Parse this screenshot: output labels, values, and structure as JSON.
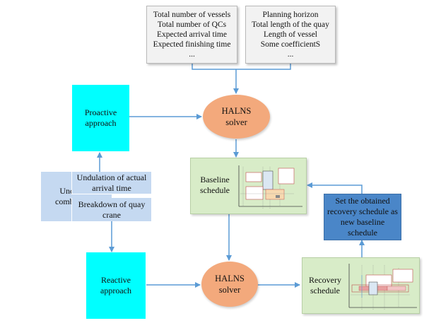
{
  "inputs_left": [
    "Total number of vessels",
    "Total number of QCs",
    "Expected arrival time",
    "Expected finishing time",
    "..."
  ],
  "inputs_right": [
    "Planning horizon",
    "Total length of the quay",
    "Length of vessel",
    "Some  coefficientS",
    "..."
  ],
  "solver_top": [
    "HALNS",
    "solver"
  ],
  "solver_bottom": [
    "HALNS",
    "solver"
  ],
  "proactive": [
    "Proactive",
    "approach"
  ],
  "reactive": [
    "Reactive",
    "approach"
  ],
  "uncertain": [
    "Uncertain",
    "combination"
  ],
  "undulation": [
    "Undulation of actual",
    "arrival time"
  ],
  "breakdown": [
    "Breakdown of quay",
    "crane"
  ],
  "baseline": [
    "Baseline",
    "schedule"
  ],
  "recovery": [
    "Recovery",
    "schedule"
  ],
  "set_obtained": [
    "Set the obtained",
    "recovery schedule as",
    "new baseline",
    "schedule"
  ],
  "colors": {
    "arrow": "#5b9bd5",
    "cyan": "#00ffff",
    "light_blue": "#c5d9f1",
    "green": "#d8ecc8",
    "orange": "#f3a97c",
    "dark_blue": "#4a86c8"
  }
}
